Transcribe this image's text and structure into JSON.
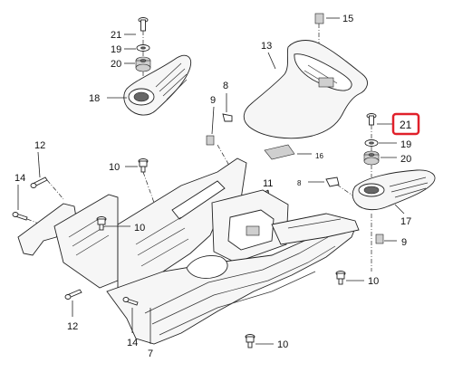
{
  "callouts": {
    "c21_top": "21",
    "c19_top": "19",
    "c20_top": "20",
    "c18": "18",
    "c15": "15",
    "c13": "13",
    "c8_top": "8",
    "c9_top": "9",
    "c10_upper": "10",
    "c12_top": "12",
    "c14_left": "14",
    "c11": "11",
    "c16": "16",
    "c8_right": "8",
    "c21_right": "21",
    "c19_right": "19",
    "c20_right": "20",
    "c17": "17",
    "c10_left": "10",
    "c9_right": "9",
    "c10_right": "10",
    "c12_bottom": "12",
    "c14_bottom": "14",
    "c7": "7",
    "c10_bottom": "10"
  },
  "highlight": {
    "color": "#e0202a",
    "label": "21"
  }
}
